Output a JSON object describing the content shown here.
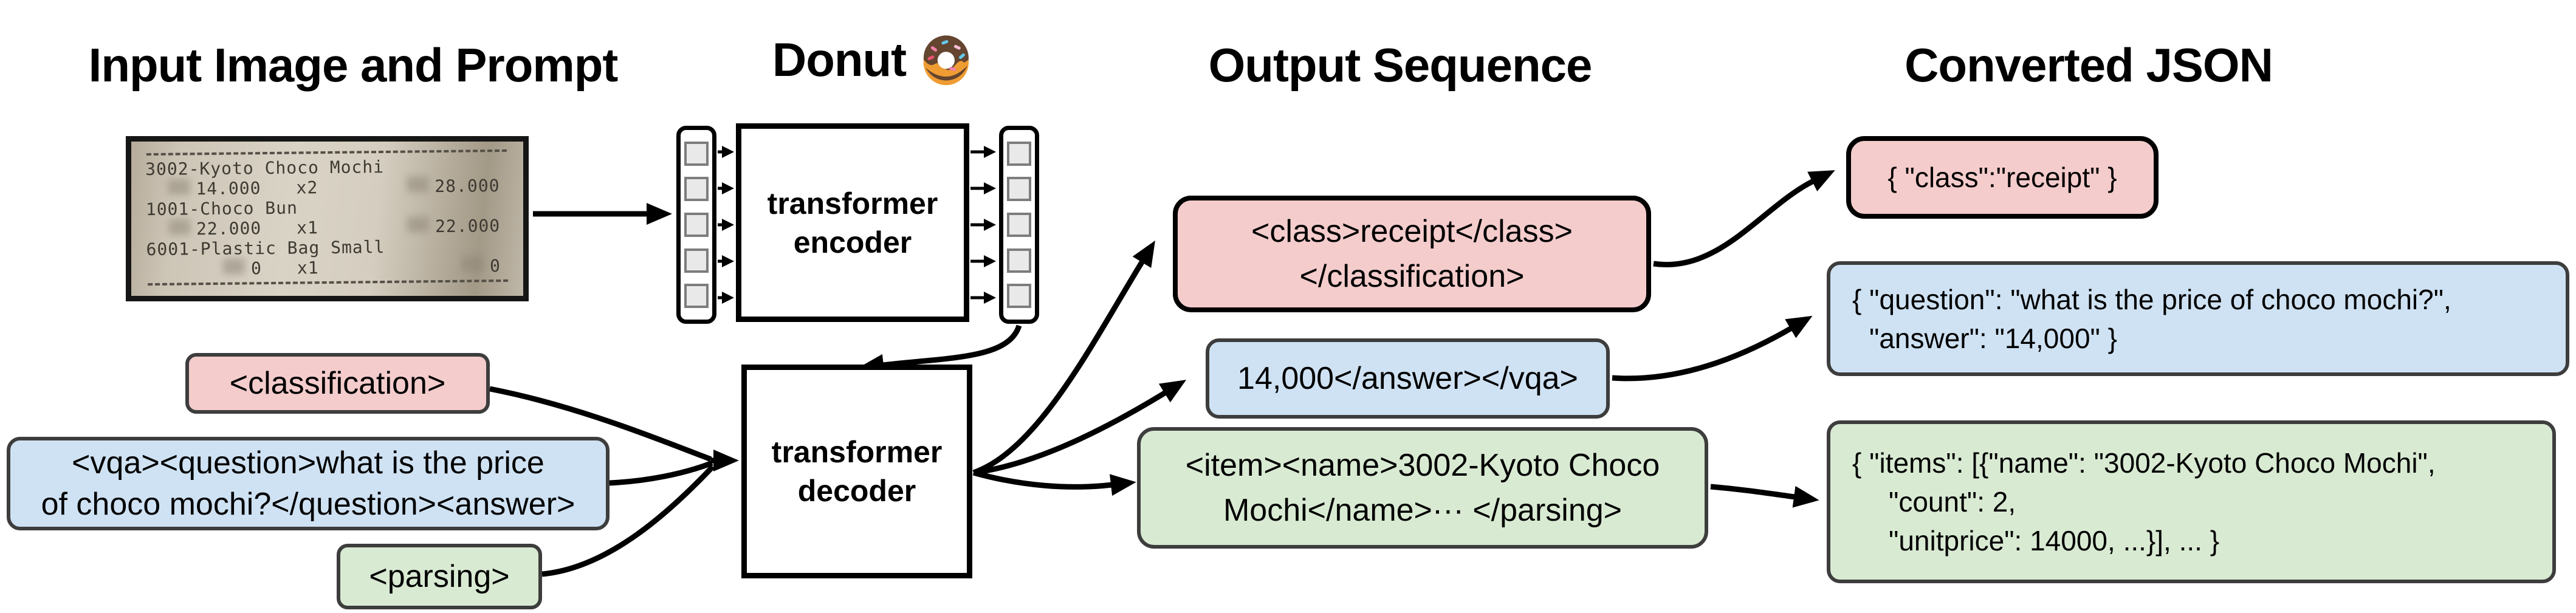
{
  "headers": {
    "input": "Input Image and Prompt",
    "model": "Donut",
    "output": "Output Sequence",
    "json": "Converted JSON"
  },
  "encoder": {
    "line1": "transformer",
    "line2": "encoder"
  },
  "decoder": {
    "line1": "transformer",
    "line2": "decoder"
  },
  "receipt": {
    "rows": [
      {
        "name": "3002-Kyoto Choco Mochi",
        "price": "14.000",
        "qty": "x2",
        "total": "28.000"
      },
      {
        "name": "1001-Choco Bun",
        "price": "22.000",
        "qty": "x1",
        "total": "22.000"
      },
      {
        "name": "6001-Plastic Bag Small",
        "price": "0",
        "qty": "x1",
        "total": "0"
      }
    ]
  },
  "prompts": {
    "classification": "<classification>",
    "vqa_line1": "<vqa><question>what is the price",
    "vqa_line2": "of choco mochi?</question><answer>",
    "parsing": "<parsing>"
  },
  "outputs": {
    "classification_line1": "<class>receipt</class>",
    "classification_line2": "</classification>",
    "vqa": "14,000</answer></vqa>",
    "parsing_line1": "<item><name>3002-Kyoto Choco",
    "parsing_line2": "Mochi</name>··· </parsing>"
  },
  "json_boxes": {
    "classification": "{ \"class\":\"receipt\" }",
    "vqa_line1": "{ \"question\": \"what is the price of choco mochi?\",",
    "vqa_line2": "\"answer\": \"14,000\" }",
    "parsing_line1": "{ \"items\": [{\"name\": \"3002-Kyoto Choco Mochi\",",
    "parsing_line2": "\"count\": 2,",
    "parsing_line3": "\"unitprice\": 14000, ...}], ... }"
  },
  "icons": {
    "donut": "donut-emoji"
  },
  "colors": {
    "classification_fill": "#f4cccc",
    "vqa_fill": "#cfe2f3",
    "parsing_fill": "#d9ead3",
    "box_border_dark": "#3d3d3d",
    "line_black": "#000000"
  }
}
